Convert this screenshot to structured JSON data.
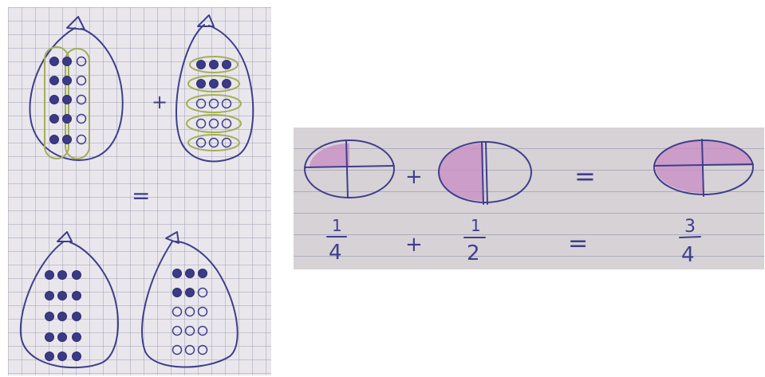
{
  "left_photo": {
    "bag_a": {
      "filled_marbles": 10,
      "empty_marbles": 5
    },
    "bag_b": {
      "filled_marbles": 6,
      "empty_marbles": 9
    },
    "bag_c": {
      "filled_marbles": 15,
      "empty_marbles": 0
    },
    "bag_d": {
      "filled_marbles": 5,
      "empty_marbles": 10
    }
  },
  "right_photo": {
    "circle_1_shaded": "1/4",
    "circle_2_shaded": "1/2",
    "circle_3_shaded": "3/4",
    "fraction_1": {
      "numerator": "1",
      "denominator": "4"
    },
    "fraction_2": {
      "numerator": "1",
      "denominator": "2"
    },
    "result": {
      "numerator": "3",
      "denominator": "4"
    }
  },
  "symbols": {
    "plus": "+",
    "equals": "="
  },
  "colors": {
    "ink": "#3f3e8c",
    "shading": "#c88bc4",
    "grouping": "#a3ae57"
  }
}
